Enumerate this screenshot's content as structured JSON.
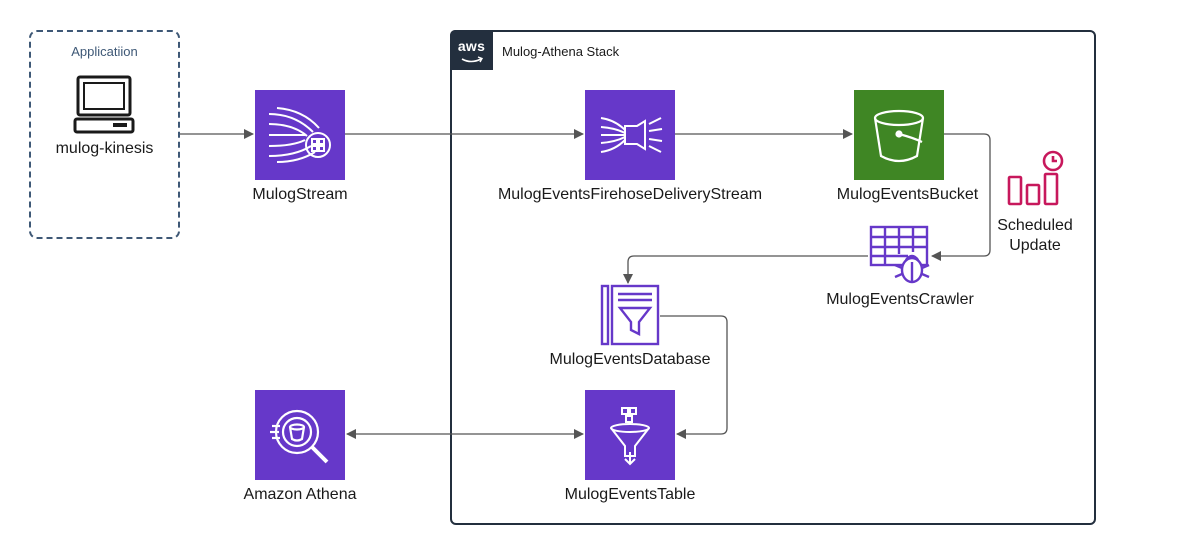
{
  "application": {
    "title": "Applicatiion",
    "client_label": "mulog-kinesis"
  },
  "stack": {
    "badge": "aws",
    "title": "Mulog-Athena Stack"
  },
  "nodes": {
    "stream": "MulogStream",
    "firehose": "MulogEventsFirehoseDeliveryStream",
    "bucket": "MulogEventsBucket",
    "scheduled": "Scheduled Update",
    "crawler": "MulogEventsCrawler",
    "database": "MulogEventsDatabase",
    "table": "MulogEventsTable",
    "athena": "Amazon Athena"
  },
  "colors": {
    "compute_purple": "#6638c9",
    "storage_green": "#3f8624",
    "schedule_pink": "#c7185c",
    "dark_navy": "#232f3e",
    "arrow_gray": "#555555"
  },
  "icons": {
    "client": "laptop-icon",
    "stream": "kinesis-data-streams-icon",
    "firehose": "kinesis-firehose-icon",
    "bucket": "s3-bucket-icon",
    "scheduled": "scheduled-chart-icon",
    "crawler": "glue-crawler-icon",
    "database": "glue-data-catalog-icon",
    "table": "glue-table-icon",
    "athena": "athena-icon"
  }
}
